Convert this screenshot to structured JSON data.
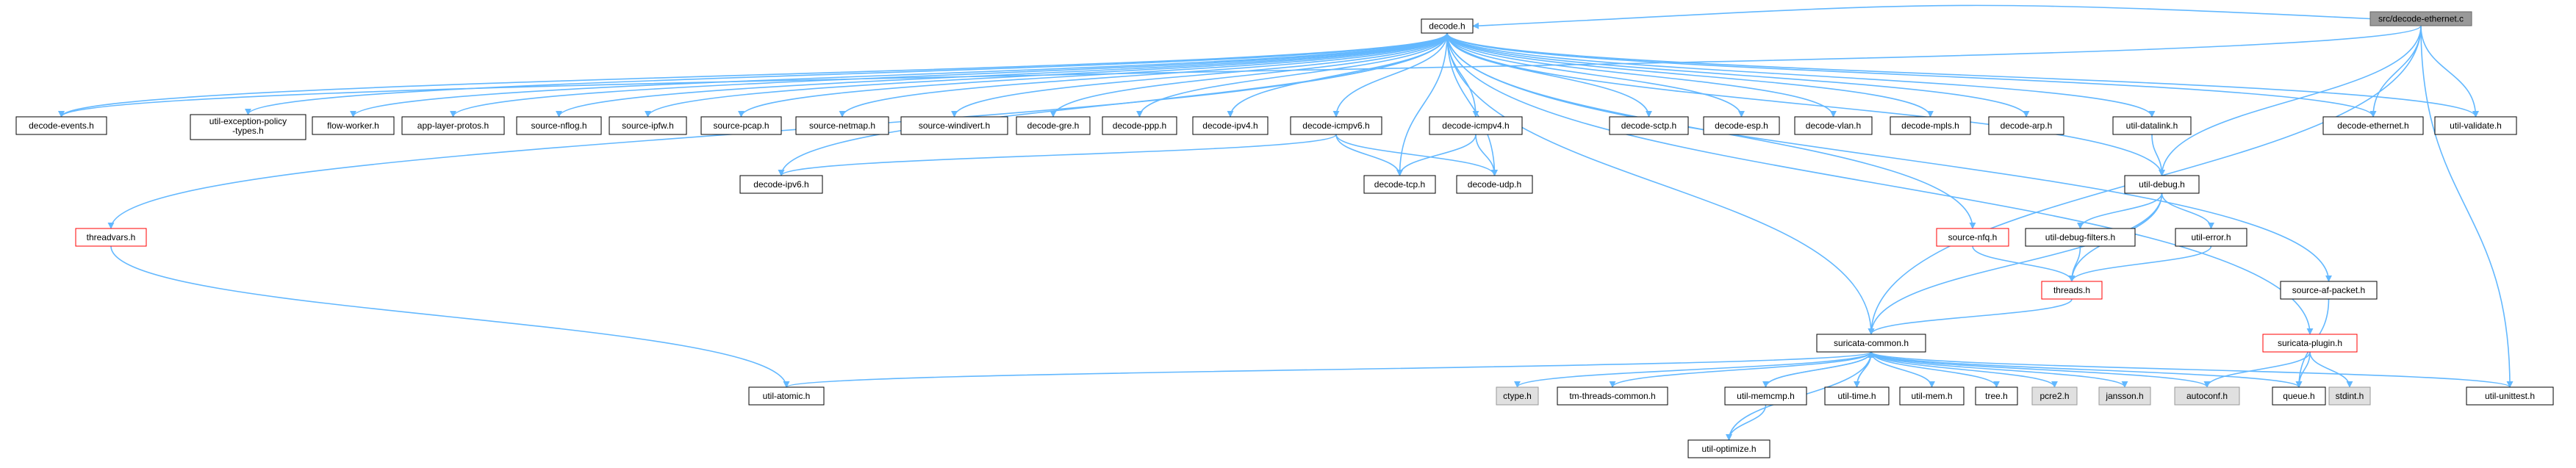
{
  "colors": {
    "edge": "#63b8ff",
    "node_border": "#000000",
    "node_fill": "#ffffff",
    "root_fill": "#999999",
    "root_border": "#666666",
    "missing_border": "#ff0000",
    "system_fill": "#e0e0e0",
    "system_border": "#999999"
  },
  "diagram": {
    "nodes": [
      {
        "id": "root",
        "label": "src/decode-ethernet.c",
        "kind": "root"
      },
      {
        "id": "decode_h",
        "label": "decode.h",
        "kind": "normal"
      },
      {
        "id": "decode_events",
        "label": "decode-events.h",
        "kind": "normal"
      },
      {
        "id": "util_exception",
        "label": "util-exception-policy",
        "label2": "-types.h",
        "kind": "normal"
      },
      {
        "id": "flow_worker",
        "label": "flow-worker.h",
        "kind": "normal"
      },
      {
        "id": "app_layer",
        "label": "app-layer-protos.h",
        "kind": "normal"
      },
      {
        "id": "source_nflog",
        "label": "source-nflog.h",
        "kind": "normal"
      },
      {
        "id": "source_ipfw",
        "label": "source-ipfw.h",
        "kind": "normal"
      },
      {
        "id": "source_pcap",
        "label": "source-pcap.h",
        "kind": "normal"
      },
      {
        "id": "source_netmap",
        "label": "source-netmap.h",
        "kind": "normal"
      },
      {
        "id": "source_windivert",
        "label": "source-windivert.h",
        "kind": "normal"
      },
      {
        "id": "decode_gre",
        "label": "decode-gre.h",
        "kind": "normal"
      },
      {
        "id": "decode_ppp",
        "label": "decode-ppp.h",
        "kind": "normal"
      },
      {
        "id": "decode_ipv4",
        "label": "decode-ipv4.h",
        "kind": "normal"
      },
      {
        "id": "decode_icmpv6",
        "label": "decode-icmpv6.h",
        "kind": "normal"
      },
      {
        "id": "decode_icmpv4",
        "label": "decode-icmpv4.h",
        "kind": "normal"
      },
      {
        "id": "decode_sctp",
        "label": "decode-sctp.h",
        "kind": "normal"
      },
      {
        "id": "decode_esp",
        "label": "decode-esp.h",
        "kind": "normal"
      },
      {
        "id": "decode_vlan",
        "label": "decode-vlan.h",
        "kind": "normal"
      },
      {
        "id": "decode_mpls",
        "label": "decode-mpls.h",
        "kind": "normal"
      },
      {
        "id": "decode_arp",
        "label": "decode-arp.h",
        "kind": "normal"
      },
      {
        "id": "util_datalink",
        "label": "util-datalink.h",
        "kind": "normal"
      },
      {
        "id": "decode_ethernet_h",
        "label": "decode-ethernet.h",
        "kind": "normal"
      },
      {
        "id": "util_validate",
        "label": "util-validate.h",
        "kind": "normal"
      },
      {
        "id": "decode_ipv6",
        "label": "decode-ipv6.h",
        "kind": "normal"
      },
      {
        "id": "decode_tcp",
        "label": "decode-tcp.h",
        "kind": "normal"
      },
      {
        "id": "decode_udp",
        "label": "decode-udp.h",
        "kind": "normal"
      },
      {
        "id": "util_debug",
        "label": "util-debug.h",
        "kind": "normal"
      },
      {
        "id": "threadvars",
        "label": "threadvars.h",
        "kind": "missing"
      },
      {
        "id": "source_nfq",
        "label": "source-nfq.h",
        "kind": "missing"
      },
      {
        "id": "util_debug_filters",
        "label": "util-debug-filters.h",
        "kind": "normal"
      },
      {
        "id": "util_error",
        "label": "util-error.h",
        "kind": "normal"
      },
      {
        "id": "threads_h",
        "label": "threads.h",
        "kind": "missing"
      },
      {
        "id": "source_af_packet",
        "label": "source-af-packet.h",
        "kind": "normal"
      },
      {
        "id": "suricata_common",
        "label": "suricata-common.h",
        "kind": "normal"
      },
      {
        "id": "suricata_plugin",
        "label": "suricata-plugin.h",
        "kind": "missing"
      },
      {
        "id": "util_atomic",
        "label": "util-atomic.h",
        "kind": "normal"
      },
      {
        "id": "ctype",
        "label": "ctype.h",
        "kind": "system"
      },
      {
        "id": "tm_threads",
        "label": "tm-threads-common.h",
        "kind": "normal"
      },
      {
        "id": "util_memcmp",
        "label": "util-memcmp.h",
        "kind": "normal"
      },
      {
        "id": "util_time",
        "label": "util-time.h",
        "kind": "normal"
      },
      {
        "id": "util_mem",
        "label": "util-mem.h",
        "kind": "normal"
      },
      {
        "id": "tree_h",
        "label": "tree.h",
        "kind": "normal"
      },
      {
        "id": "pcre2",
        "label": "pcre2.h",
        "kind": "system"
      },
      {
        "id": "jansson",
        "label": "jansson.h",
        "kind": "system"
      },
      {
        "id": "autoconf",
        "label": "autoconf.h",
        "kind": "system"
      },
      {
        "id": "queue_h",
        "label": "queue.h",
        "kind": "normal"
      },
      {
        "id": "stdint",
        "label": "stdint.h",
        "kind": "system"
      },
      {
        "id": "util_unittest",
        "label": "util-unittest.h",
        "kind": "normal"
      },
      {
        "id": "util_optimize",
        "label": "util-optimize.h",
        "kind": "normal"
      }
    ],
    "edges": [
      [
        "root",
        "decode_h"
      ],
      [
        "root",
        "decode_events"
      ],
      [
        "root",
        "decode_ethernet_h"
      ],
      [
        "root",
        "util_validate"
      ],
      [
        "root",
        "util_debug"
      ],
      [
        "root",
        "suricata_common"
      ],
      [
        "root",
        "util_unittest"
      ],
      [
        "decode_h",
        "decode_events"
      ],
      [
        "decode_h",
        "util_exception"
      ],
      [
        "decode_h",
        "flow_worker"
      ],
      [
        "decode_h",
        "app_layer"
      ],
      [
        "decode_h",
        "source_nflog"
      ],
      [
        "decode_h",
        "source_ipfw"
      ],
      [
        "decode_h",
        "source_pcap"
      ],
      [
        "decode_h",
        "source_netmap"
      ],
      [
        "decode_h",
        "source_windivert"
      ],
      [
        "decode_h",
        "decode_gre"
      ],
      [
        "decode_h",
        "decode_ppp"
      ],
      [
        "decode_h",
        "decode_ipv4"
      ],
      [
        "decode_h",
        "decode_icmpv6"
      ],
      [
        "decode_h",
        "decode_icmpv4"
      ],
      [
        "decode_h",
        "decode_sctp"
      ],
      [
        "decode_h",
        "decode_esp"
      ],
      [
        "decode_h",
        "decode_vlan"
      ],
      [
        "decode_h",
        "decode_mpls"
      ],
      [
        "decode_h",
        "decode_arp"
      ],
      [
        "decode_h",
        "util_datalink"
      ],
      [
        "decode_h",
        "decode_ethernet_h"
      ],
      [
        "decode_h",
        "util_validate"
      ],
      [
        "decode_h",
        "decode_ipv6"
      ],
      [
        "decode_h",
        "decode_tcp"
      ],
      [
        "decode_h",
        "decode_udp"
      ],
      [
        "decode_h",
        "util_debug"
      ],
      [
        "decode_h",
        "threadvars"
      ],
      [
        "decode_h",
        "source_nfq"
      ],
      [
        "decode_h",
        "source_af_packet"
      ],
      [
        "decode_h",
        "suricata_common"
      ],
      [
        "decode_h",
        "suricata_plugin"
      ],
      [
        "decode_icmpv6",
        "decode_ipv6"
      ],
      [
        "decode_icmpv6",
        "decode_tcp"
      ],
      [
        "decode_icmpv6",
        "decode_udp"
      ],
      [
        "decode_icmpv4",
        "decode_tcp"
      ],
      [
        "decode_icmpv4",
        "decode_udp"
      ],
      [
        "util_datalink",
        "util_debug"
      ],
      [
        "util_debug",
        "util_debug_filters"
      ],
      [
        "util_debug",
        "util_error"
      ],
      [
        "util_debug",
        "threads_h"
      ],
      [
        "util_debug",
        "suricata_common"
      ],
      [
        "util_debug_filters",
        "threads_h"
      ],
      [
        "util_error",
        "threads_h"
      ],
      [
        "source_nfq",
        "threads_h"
      ],
      [
        "threads_h",
        "suricata_common"
      ],
      [
        "threadvars",
        "util_atomic"
      ],
      [
        "suricata_common",
        "util_atomic"
      ],
      [
        "suricata_common",
        "ctype"
      ],
      [
        "suricata_common",
        "tm_threads"
      ],
      [
        "suricata_common",
        "util_memcmp"
      ],
      [
        "suricata_common",
        "util_time"
      ],
      [
        "suricata_common",
        "util_mem"
      ],
      [
        "suricata_common",
        "tree_h"
      ],
      [
        "suricata_common",
        "pcre2"
      ],
      [
        "suricata_common",
        "jansson"
      ],
      [
        "suricata_common",
        "autoconf"
      ],
      [
        "suricata_common",
        "queue_h"
      ],
      [
        "suricata_common",
        "util_unittest"
      ],
      [
        "suricata_common",
        "util_optimize"
      ],
      [
        "util_memcmp",
        "suricata_common"
      ],
      [
        "util_memcmp",
        "util_optimize"
      ],
      [
        "util_time",
        "suricata_common"
      ],
      [
        "source_af_packet",
        "queue_h"
      ],
      [
        "suricata_plugin",
        "autoconf"
      ],
      [
        "suricata_plugin",
        "queue_h"
      ],
      [
        "suricata_plugin",
        "stdint"
      ]
    ]
  }
}
